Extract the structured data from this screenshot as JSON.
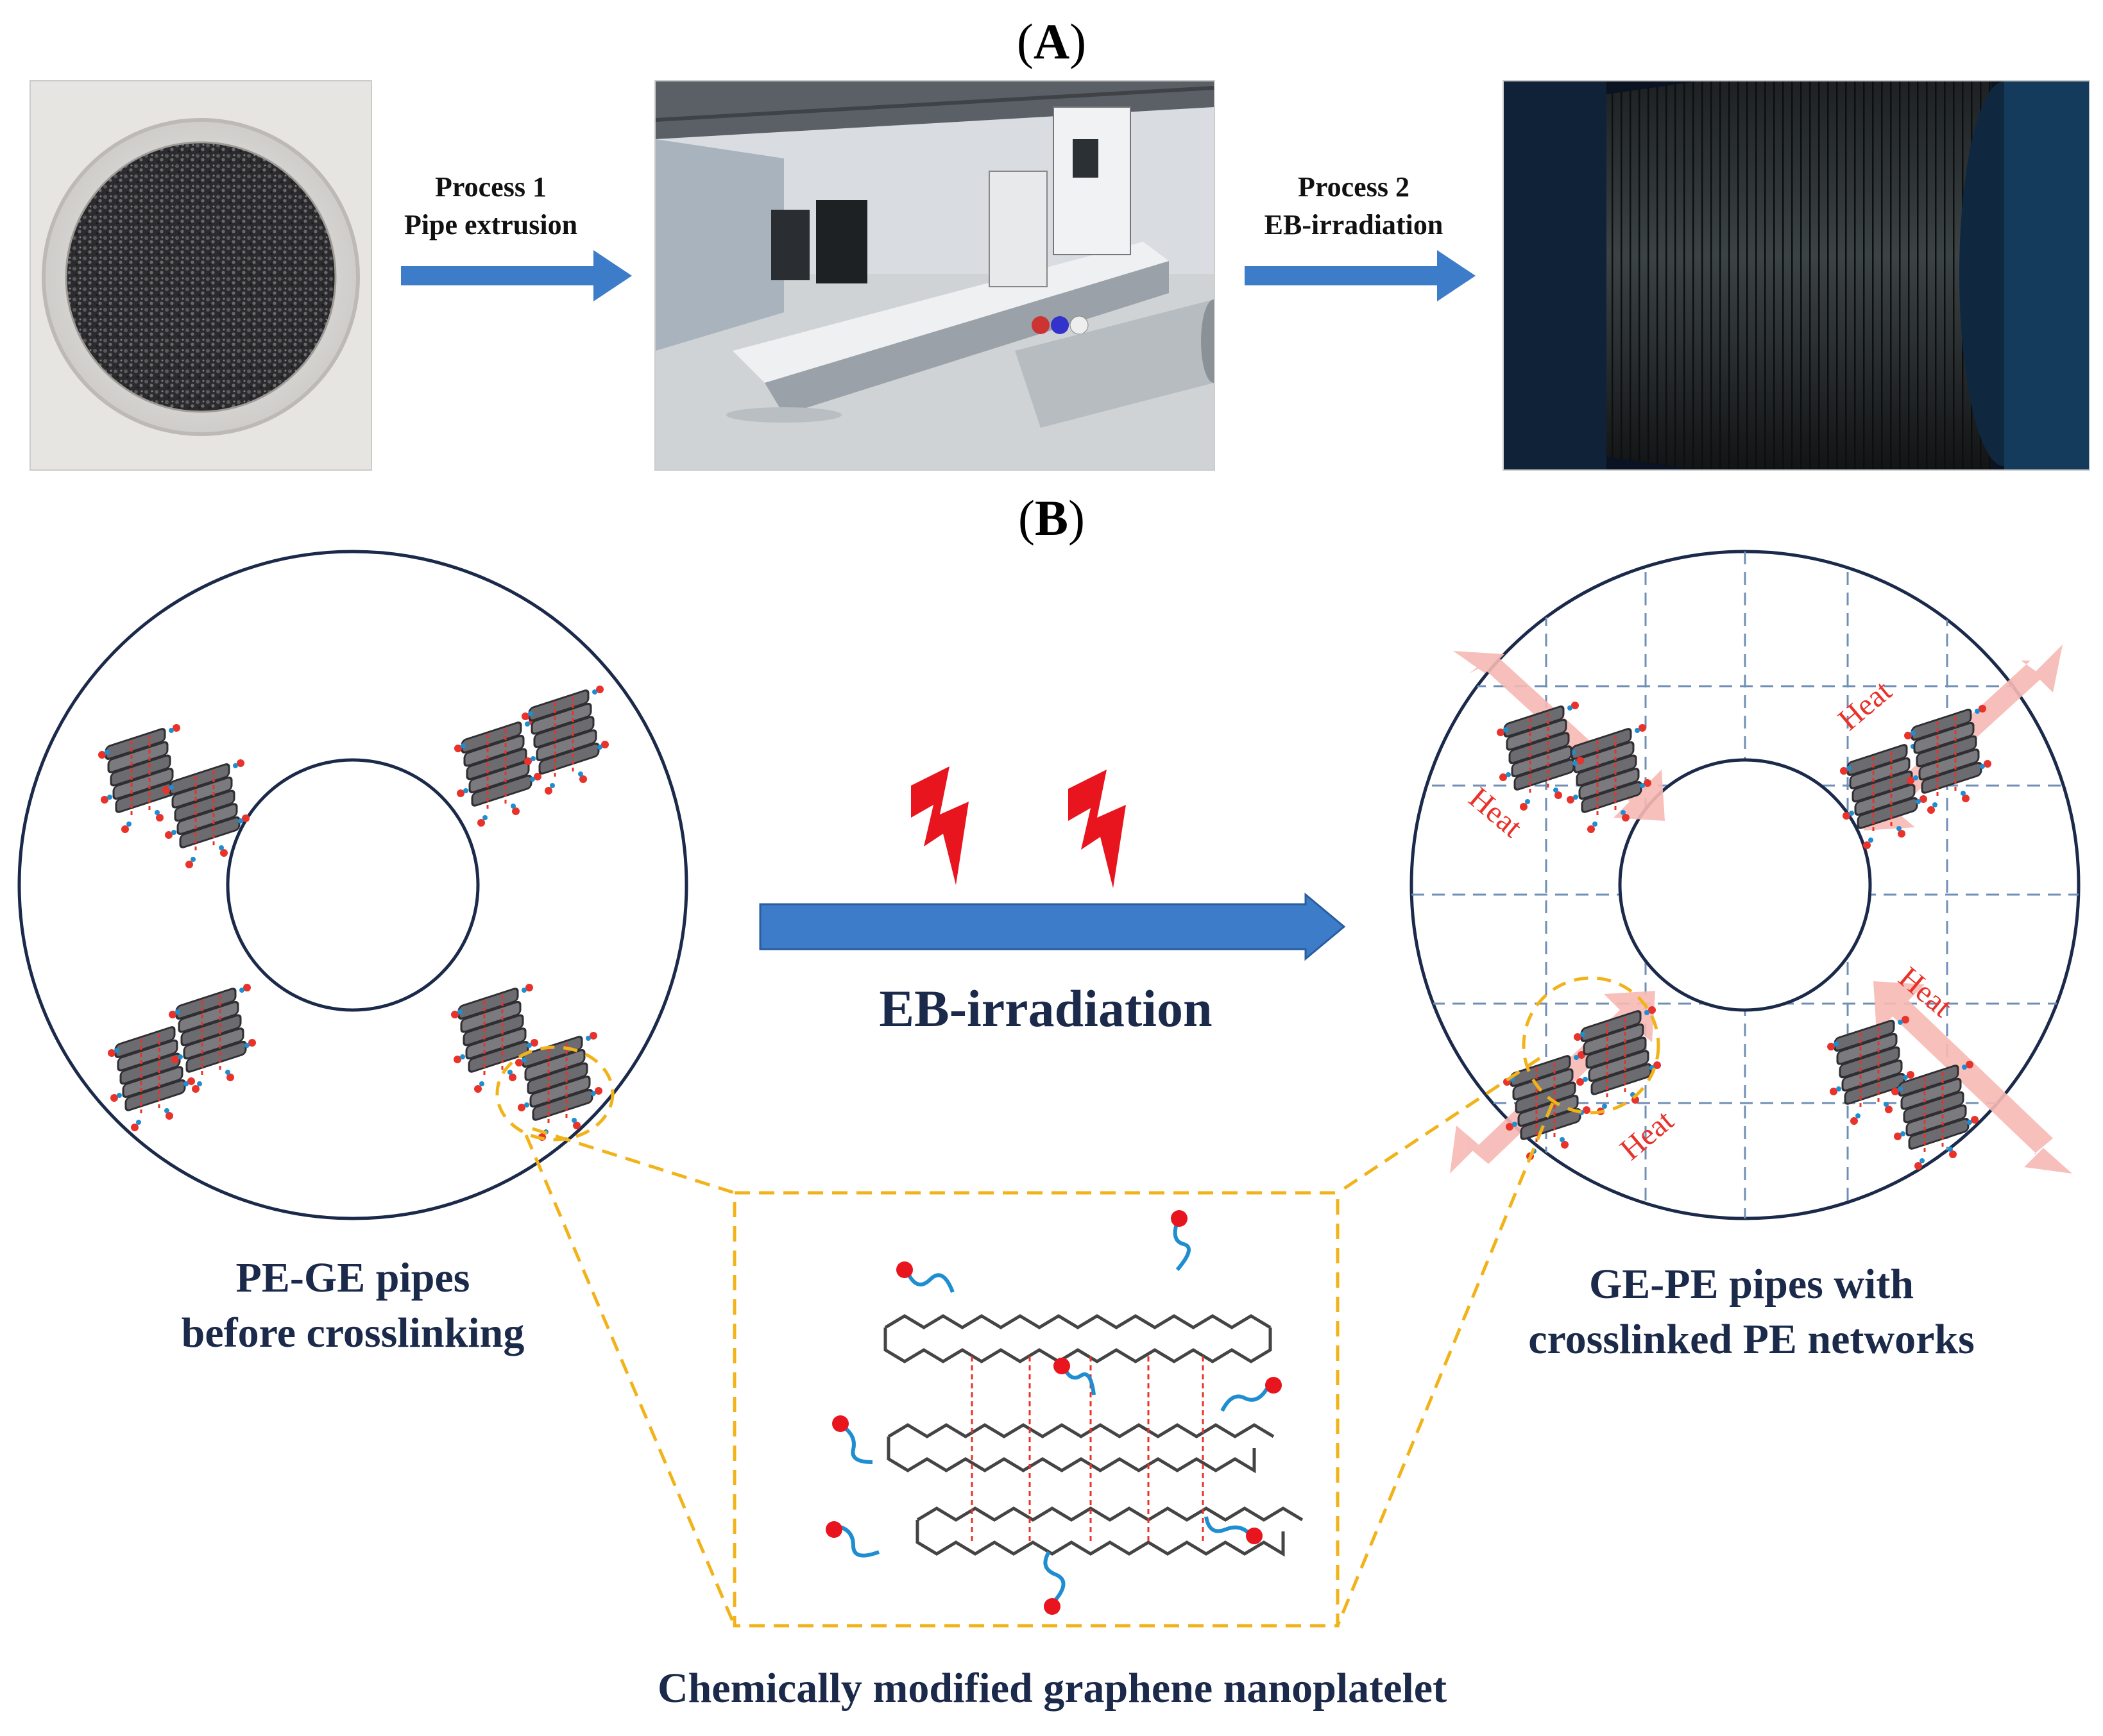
{
  "panel_a": {
    "label_open": "(",
    "label_letter": "A",
    "label_close": ")"
  },
  "panel_b": {
    "label_open": "(",
    "label_letter": "B",
    "label_close": ")"
  },
  "process1": {
    "line1": "Process 1",
    "line2": "Pipe extrusion"
  },
  "process2": {
    "line1": "Process 2",
    "line2": "EB-irradiation"
  },
  "photos": {
    "granules": "photo-graphene-pe-granules",
    "extrusion_line": "photo-pipe-extrusion-line",
    "pipe_coil": "photo-crosslinked-pipe-coil"
  },
  "eb_label": "EB-irradiation",
  "left_caption": {
    "line1": "PE-GE pipes",
    "line2": "before crosslinking"
  },
  "right_caption": {
    "line1": "GE-PE pipes with",
    "line2": "crosslinked PE networks"
  },
  "bottom_caption": "Chemically modified graphene nanoplatelet",
  "heat_labels": [
    "Heat",
    "Heat",
    "Heat",
    "Heat"
  ],
  "colors": {
    "arrow_blue": "#3d7cc9",
    "ring_navy": "#1b2a4a",
    "dashed_yellow": "#f2b31a",
    "grid_blue": "#6f8fb5",
    "heat_red": "#e8322a",
    "heat_arrow": "#f7b9b4",
    "bolt_red": "#e8141e"
  }
}
